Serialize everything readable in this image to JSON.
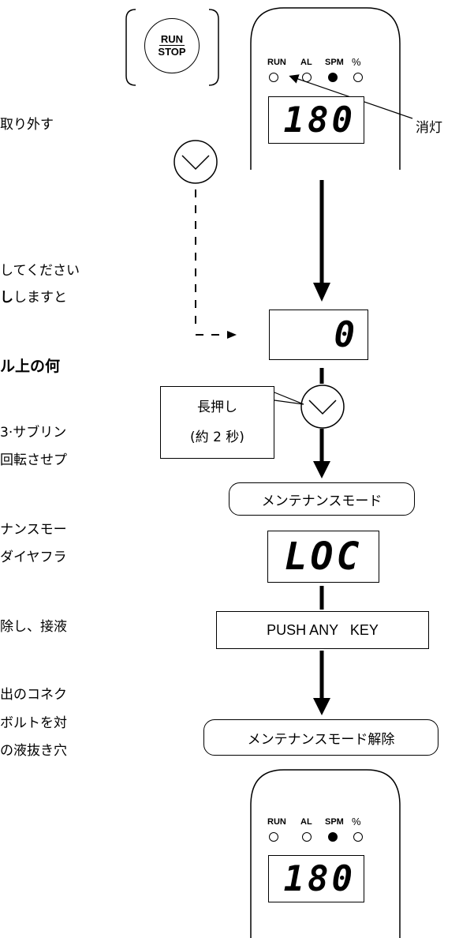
{
  "left_text": [
    {
      "text": "取り外す",
      "bold": false
    },
    {
      "text": "してください",
      "bold": false
    },
    {
      "text_normal_before": "",
      "text_bold": "し",
      "text_normal_after": "しますと"
    },
    {
      "text": "ル上の何",
      "bold": true
    },
    {
      "text": "3·サブリン",
      "bold": false
    },
    {
      "text": "回転させプ",
      "bold": false
    },
    {
      "text": "ナンスモー",
      "bold": false
    },
    {
      "text": "ダイヤフラ",
      "bold": false
    },
    {
      "text": "除し、接液",
      "bold": false
    },
    {
      "text": "出のコネク",
      "bold": false
    },
    {
      "text": "ボルトを対",
      "bold": false
    },
    {
      "text": "の液抜き穴",
      "bold": false
    }
  ],
  "run_stop_button": {
    "top": "RUN",
    "bottom": "STOP"
  },
  "panel_top": {
    "indicators": [
      "RUN",
      "AL",
      "SPM",
      "%"
    ],
    "indicator_states": [
      false,
      false,
      true,
      false
    ],
    "display_value": "180"
  },
  "callout_off": "消灯",
  "display_zero": "0",
  "long_press": {
    "line1": "長押し",
    "line2": "(約 2 秒)"
  },
  "maintenance_mode": "メンテナンスモード",
  "display_loc": "LOC",
  "push_any_key": "PUSH ANY   KEY",
  "maintenance_mode_release": "メンテナンスモード解除",
  "panel_bottom": {
    "indicators": [
      "RUN",
      "AL",
      "SPM",
      "%"
    ],
    "indicator_states": [
      false,
      false,
      true,
      false
    ],
    "display_value": "180"
  }
}
